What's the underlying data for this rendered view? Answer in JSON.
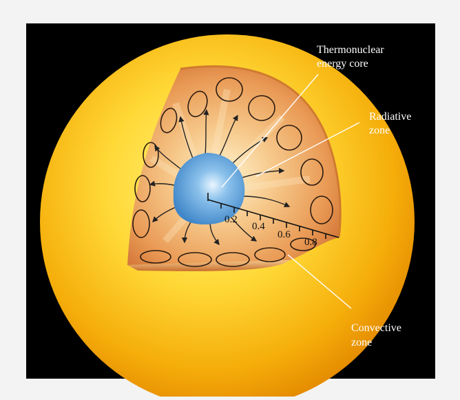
{
  "diagram": {
    "labels": {
      "core": [
        "Thermonuclear",
        "energy core"
      ],
      "radiative": [
        "Radiative",
        "zone"
      ],
      "convective": [
        "Convective",
        "zone"
      ]
    },
    "scale_ticks": [
      "0.2",
      "0.4",
      "0.6",
      "0.8"
    ],
    "colors": {
      "background": "#000000",
      "page": "#f3f3f3",
      "sun_outer": "#f0a000",
      "sun_inner": "#fff06a",
      "cutaway": "#e8863a",
      "core": "#6aa8dc",
      "label_text": "#ffffff"
    }
  }
}
